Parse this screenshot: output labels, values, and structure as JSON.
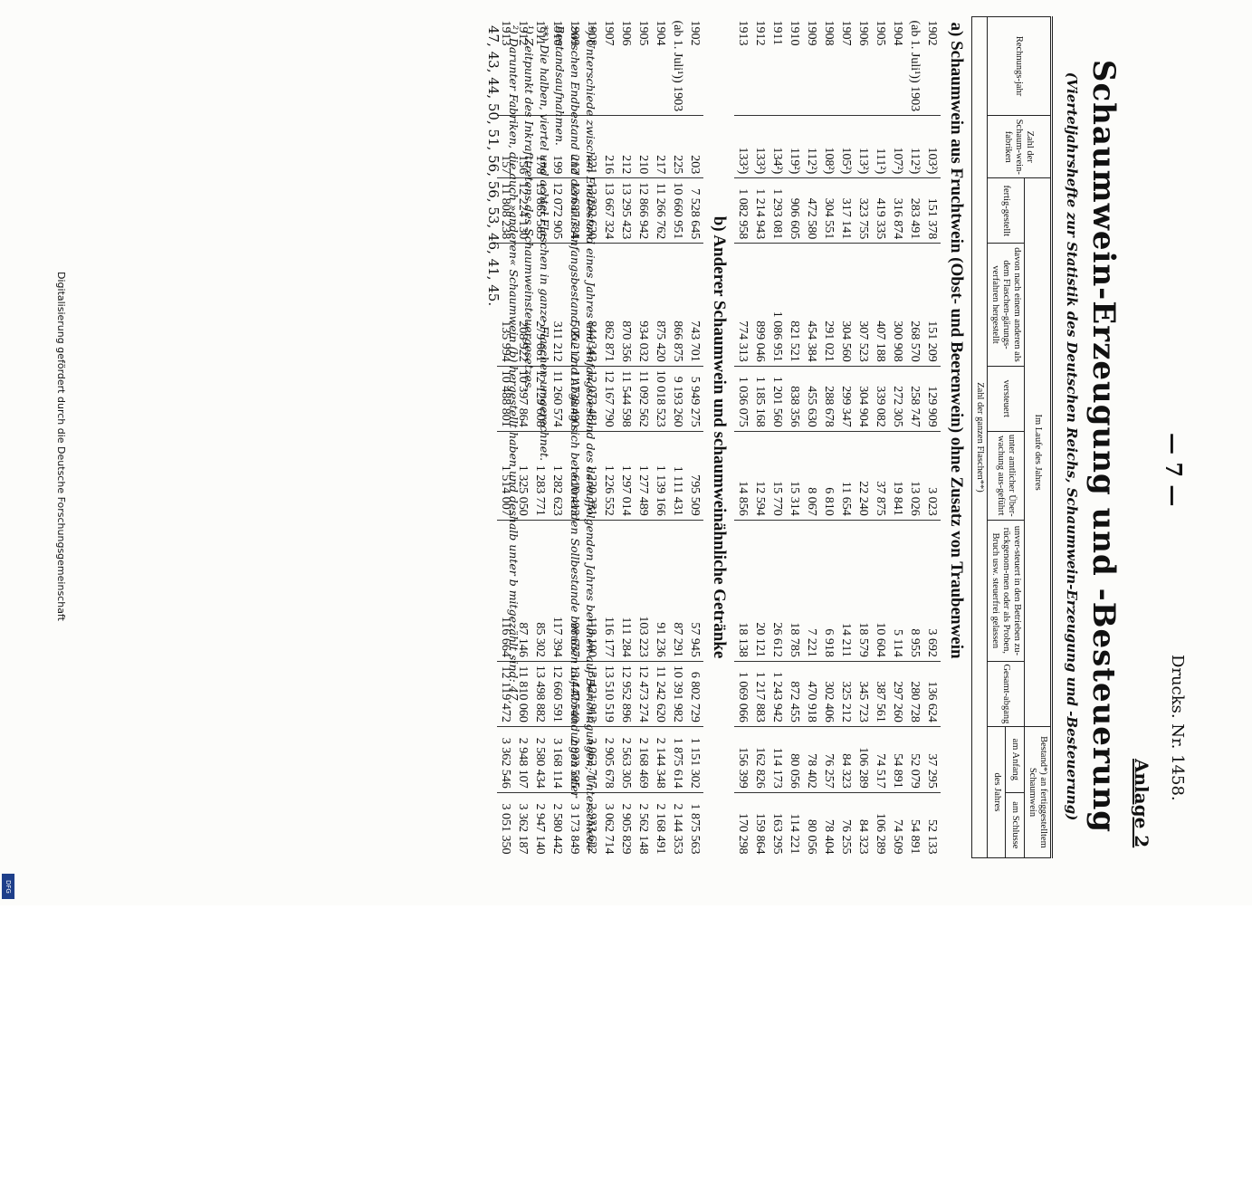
{
  "page_number": "— 7 —",
  "drucksache": "Drucks. Nr. 1458.",
  "anlage": "Anlage 2",
  "title": "Schaumwein-Erzeugung und -Besteuerung",
  "subtitle": "(Vierteljahrshefte zur Statistik des Deutschen Reichs, Schaumwein-Erzeugung und -Besteuerung)",
  "header": {
    "rechnungsjahr": "Rechnungs-jahr",
    "zahl_fabriken": "Zahl der Schaum-wein-fabriken",
    "im_laufe": "Im Laufe des Jahres",
    "fertiggestellt": "fertig-gestellt",
    "davon": "davon nach einem anderen als dem Flaschen-gärungs-verfahren hergestellt",
    "versteuert": "versteuert",
    "unter_amtlicher": "unter amtlicher Über-wachung aus-geführt",
    "unversteuert": "unver-steuert in den Betrieben zu-rückgenom-men oder als Proben, Bruch usw. steuerfrei gelassen",
    "gesamtabgang": "Gesamt-abgang",
    "bestand": "Bestand*) an fertiggestelltem Schaumwein",
    "am_anfang": "am Anfang",
    "am_schlusse": "am Schlusse",
    "des_jahres": "des Jahres",
    "zahl_flaschen": "Zahl der ganzen Flaschen**)"
  },
  "section_a": "a) Schaumwein aus Fruchtwein (Obst- und Beerenwein) ohne Zusatz von Traubenwein",
  "section_b": "b) Anderer Schaumwein und schaumweinähnliche Getränke",
  "rows_a": [
    [
      "1902",
      "103²)",
      "151 378",
      "151 209",
      "129 909",
      "3 023",
      "3 692",
      "136 624",
      "37 295",
      "52 133"
    ],
    [
      "(ab 1. Juli¹)) 1903",
      "112²)",
      "283 491",
      "268 570",
      "258 747",
      "13 026",
      "8 955",
      "280 728",
      "52 079",
      "54 891"
    ],
    [
      "1904",
      "107²)",
      "316 874",
      "300 908",
      "272 305",
      "19 841",
      "5 114",
      "297 260",
      "54 891",
      "74 509"
    ],
    [
      "1905",
      "111²)",
      "419 335",
      "407 188",
      "339 082",
      "37 875",
      "10 604",
      "387 561",
      "74 517",
      "106 289"
    ],
    [
      "1906",
      "113²)",
      "323 755",
      "307 523",
      "304 904",
      "22 240",
      "18 579",
      "345 723",
      "106 289",
      "84 323"
    ],
    [
      "1907",
      "105²)",
      "317 141",
      "304 560",
      "299 347",
      "11 654",
      "14 211",
      "325 212",
      "84 323",
      "76 255"
    ],
    [
      "1908",
      "108²)",
      "304 551",
      "291 021",
      "288 678",
      "6 810",
      "6 918",
      "302 406",
      "76 257",
      "78 404"
    ],
    [
      "1909",
      "112²)",
      "472 580",
      "454 384",
      "455 630",
      "8 067",
      "7 221",
      "470 918",
      "78 402",
      "80 056"
    ],
    [
      "1910",
      "119²)",
      "906 605",
      "821 521",
      "838 356",
      "15 314",
      "18 785",
      "872 455",
      "80 056",
      "114 221"
    ],
    [
      "1911",
      "134²)",
      "1 293 081",
      "1 086 951",
      "1 201 560",
      "15 770",
      "26 612",
      "1 243 942",
      "114 173",
      "163 295"
    ],
    [
      "1912",
      "133²)",
      "1 214 943",
      "899 046",
      "1 185 168",
      "12 594",
      "20 121",
      "1 217 883",
      "162 826",
      "159 864"
    ],
    [
      "1913",
      "133²)",
      "1 082 958",
      "774 313",
      "1 036 075",
      "14 856",
      "18 138",
      "1 069 066",
      "156 399",
      "170 298"
    ]
  ],
  "rows_b": [
    [
      "1902",
      "203",
      "7 528 645",
      "743 701",
      "5 949 275",
      "795 509",
      "57 945",
      "6 802 729",
      "1 151 302",
      "1 875 563"
    ],
    [
      "(ab 1. Juli¹)) 1903",
      "225",
      "10 660 951",
      "866 875",
      "9 193 260",
      "1 111 431",
      "87 291",
      "10 391 982",
      "1 875 614",
      "2 144 353"
    ],
    [
      "1904",
      "217",
      "11 266 762",
      "875 420",
      "10 018 523",
      "1 139 166",
      "91 236",
      "11 242 620",
      "2 144 348",
      "2 168 491"
    ],
    [
      "1905",
      "210",
      "12 866 942",
      "934 032",
      "11 092 562",
      "1 277 489",
      "103 223",
      "12 473 274",
      "2 168 469",
      "2 562 148"
    ],
    [
      "1906",
      "212",
      "13 295 423",
      "870 356",
      "11 544 598",
      "1 297 014",
      "111 284",
      "12 952 896",
      "2 563 305",
      "2 905 829"
    ],
    [
      "1907",
      "216",
      "13 667 324",
      "862 871",
      "12 167 790",
      "1 226 552",
      "116 177",
      "13 510 519",
      "2 905 678",
      "3 062 714"
    ],
    [
      "1908",
      "221",
      "13 292 620",
      "844 343",
      "12 073 481",
      "1 230 331",
      "118 100",
      "13 421 912",
      "3 062 717",
      "2 933 622"
    ],
    [
      "1909",
      "212",
      "13 687 784",
      "506 212",
      "11 738 490",
      "1 610 413",
      "98 637",
      "13 447 540",
      "2 933 595",
      "3 173 849"
    ],
    [
      "1910",
      "199",
      "12 072 905",
      "311 212",
      "11 260 574",
      "1 282 623",
      "117 394",
      "12 660 591",
      "3 168 114",
      "2 580 442"
    ],
    [
      "1911",
      "178",
      "13 865 585",
      "279 661",
      "12 129 608",
      "1 283 771",
      "85 302",
      "13 498 882",
      "2 580 434",
      "2 947 140"
    ],
    [
      "1912",
      "156",
      "12 224 130",
      "208 922",
      "10 397 864",
      "1 325 050",
      "87 146",
      "11 810 060",
      "2 948 107",
      "3 362 187"
    ],
    [
      "1913",
      "157",
      "11 808 238",
      "135 994",
      "10 488 801",
      "1 514 007",
      "116 664",
      "12 119 472",
      "3 362 546",
      "3 051 350"
    ]
  ],
  "footnotes": [
    "*) Unterschiede zwischen Endbestand eines Jahres und Anfangsbestand des darauffolgenden Jahres beruhen auf Berichtigungen; Unterschiede zwischen Endbestand und dem aus Anfangsbestand, Zu- und Abgang sich berechnenden Sollbestande beruhen auf Abrundungen oder Bestandsaufnahmen.",
    "**) Die halben, viertel und achtel Flaschen in ganze Flaschen umgerechnet.",
    "¹) Zeitpunkt des Inkrafttretens des Schaumweinsteuergesetzes.",
    "²) Darunter Fabriken, die auch »anderen« Schaumwein (b) hergestellt haben und deshalb unter b mitgezählt sind: 47,"
  ],
  "footnote_last": "47, 43, 44, 50, 51, 56, 56, 53, 46, 41, 45.",
  "dfg_notice": "Digitalisierung gefördert durch die Deutsche Forschungsgemeinschaft",
  "dfg_logo": "DFG"
}
